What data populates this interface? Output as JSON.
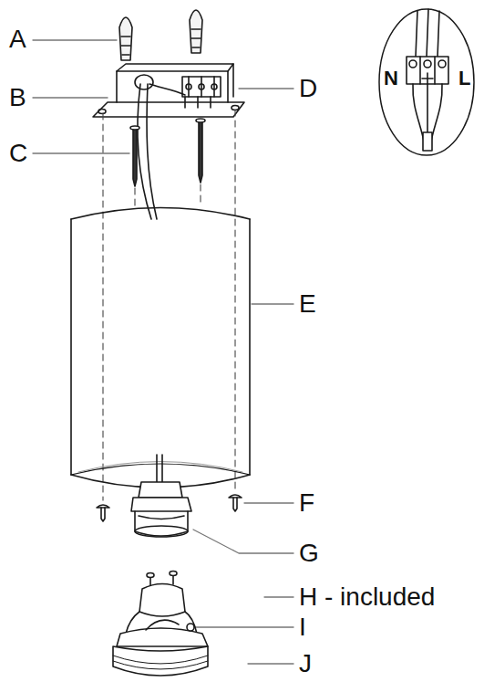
{
  "diagram": {
    "labels": [
      "A",
      "B",
      "C",
      "D",
      "E",
      "F",
      "G",
      "H - included",
      "I",
      "J",
      "N",
      "L"
    ]
  }
}
